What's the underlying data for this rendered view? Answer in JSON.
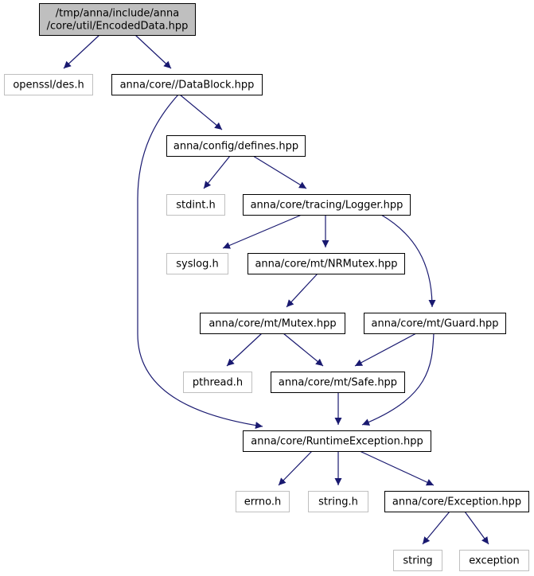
{
  "diagram": {
    "colors": {
      "root_fill": "#bfbfbf",
      "root_border": "#000000",
      "internal_border": "#000000",
      "external_border": "#bfbfbf",
      "node_fill": "#ffffff",
      "edge": "#191970"
    },
    "nodes": [
      {
        "id": "root",
        "kind": "root",
        "lines": [
          "/tmp/anna/include/anna",
          "/core/util/EncodedData.hpp"
        ]
      },
      {
        "id": "openssl",
        "kind": "external",
        "lines": [
          "openssl/des.h"
        ]
      },
      {
        "id": "datablock",
        "kind": "internal",
        "lines": [
          "anna/core//DataBlock.hpp"
        ]
      },
      {
        "id": "defines",
        "kind": "internal",
        "lines": [
          "anna/config/defines.hpp"
        ]
      },
      {
        "id": "stdint",
        "kind": "external",
        "lines": [
          "stdint.h"
        ]
      },
      {
        "id": "logger",
        "kind": "internal",
        "lines": [
          "anna/core/tracing/Logger.hpp"
        ]
      },
      {
        "id": "syslog",
        "kind": "external",
        "lines": [
          "syslog.h"
        ]
      },
      {
        "id": "nrmutex",
        "kind": "internal",
        "lines": [
          "anna/core/mt/NRMutex.hpp"
        ]
      },
      {
        "id": "mutex",
        "kind": "internal",
        "lines": [
          "anna/core/mt/Mutex.hpp"
        ]
      },
      {
        "id": "guard",
        "kind": "internal",
        "lines": [
          "anna/core/mt/Guard.hpp"
        ]
      },
      {
        "id": "pthread",
        "kind": "external",
        "lines": [
          "pthread.h"
        ]
      },
      {
        "id": "safe",
        "kind": "internal",
        "lines": [
          "anna/core/mt/Safe.hpp"
        ]
      },
      {
        "id": "runtime",
        "kind": "internal",
        "lines": [
          "anna/core/RuntimeException.hpp"
        ]
      },
      {
        "id": "errno",
        "kind": "external",
        "lines": [
          "errno.h"
        ]
      },
      {
        "id": "stringh",
        "kind": "external",
        "lines": [
          "string.h"
        ]
      },
      {
        "id": "exceptionhpp",
        "kind": "internal",
        "lines": [
          "anna/core/Exception.hpp"
        ]
      },
      {
        "id": "string",
        "kind": "external",
        "lines": [
          "string"
        ]
      },
      {
        "id": "exception",
        "kind": "external",
        "lines": [
          "exception"
        ]
      }
    ],
    "edges": [
      {
        "from": "root",
        "to": "openssl"
      },
      {
        "from": "root",
        "to": "datablock"
      },
      {
        "from": "datablock",
        "to": "defines"
      },
      {
        "from": "datablock",
        "to": "runtime"
      },
      {
        "from": "defines",
        "to": "stdint"
      },
      {
        "from": "defines",
        "to": "logger"
      },
      {
        "from": "logger",
        "to": "syslog"
      },
      {
        "from": "logger",
        "to": "nrmutex"
      },
      {
        "from": "logger",
        "to": "guard"
      },
      {
        "from": "nrmutex",
        "to": "mutex"
      },
      {
        "from": "mutex",
        "to": "pthread"
      },
      {
        "from": "mutex",
        "to": "safe"
      },
      {
        "from": "guard",
        "to": "safe"
      },
      {
        "from": "guard",
        "to": "runtime"
      },
      {
        "from": "safe",
        "to": "runtime"
      },
      {
        "from": "runtime",
        "to": "errno"
      },
      {
        "from": "runtime",
        "to": "stringh"
      },
      {
        "from": "runtime",
        "to": "exceptionhpp"
      },
      {
        "from": "exceptionhpp",
        "to": "string"
      },
      {
        "from": "exceptionhpp",
        "to": "exception"
      }
    ]
  }
}
